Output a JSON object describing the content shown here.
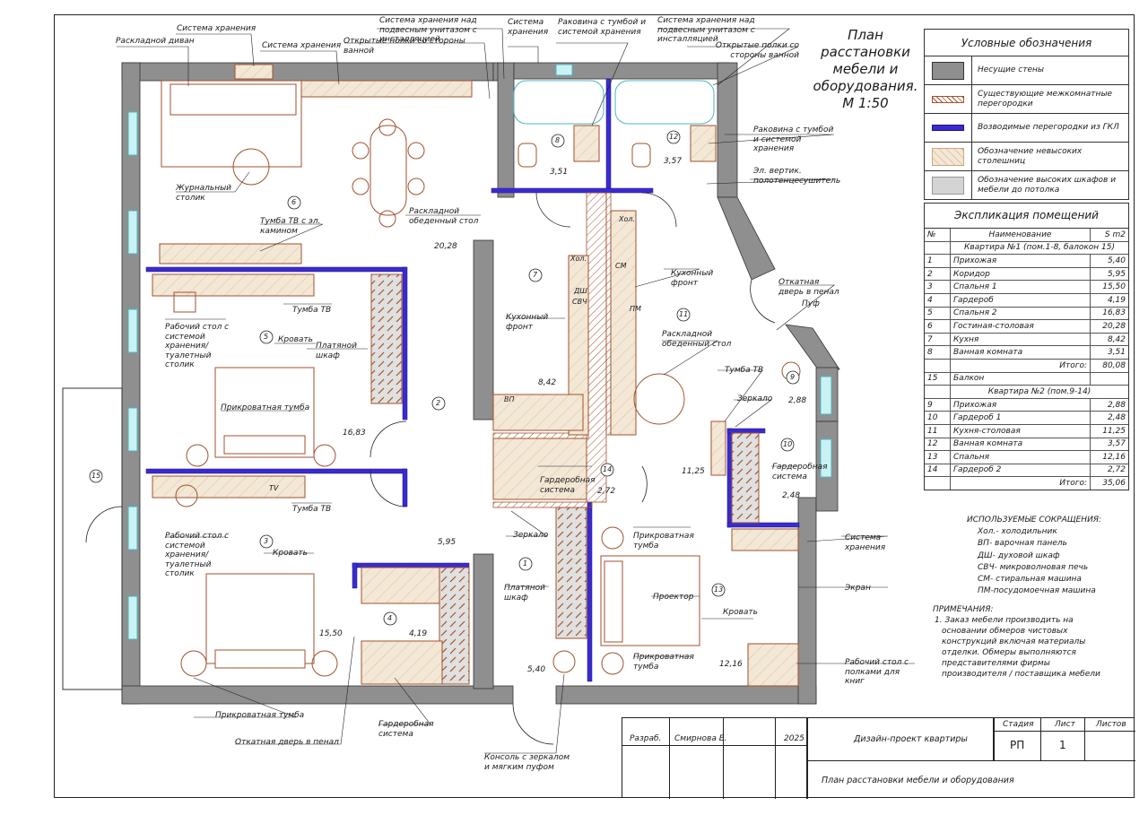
{
  "title": {
    "line1": "План",
    "line2": "расстановки",
    "line3": "мебели и",
    "line4": "оборудования.",
    "line5": "М 1:50"
  },
  "legend": {
    "heading": "Условные обозначения",
    "items": [
      {
        "label": "Несущие стены",
        "swatch": "#8f8f8f",
        "kind": "solid"
      },
      {
        "label": "Существующие межкомнатные перегородки",
        "swatch": "#ffffff",
        "kind": "hatch"
      },
      {
        "label": "Возводимые перегородки из ГКЛ",
        "swatch": "#3a2bd0",
        "kind": "gkl"
      },
      {
        "label": "Обозначение невысоких столешниц",
        "swatch": "#efe2cf",
        "kind": "lowcounter"
      },
      {
        "label": "Обозначение высоких шкафов и мебели до потолка",
        "swatch": "#d4d4d4",
        "kind": "tall"
      }
    ]
  },
  "explication": {
    "heading": "Экспликация помещений",
    "col_num": "№",
    "col_name": "Наименование",
    "col_area": "S m2",
    "apt1_title": "Квартира №1 (пом.1-8, балокон 15)",
    "apt1_rooms": [
      {
        "n": "1",
        "name": "Прихожая",
        "area": "5,40"
      },
      {
        "n": "2",
        "name": "Коридор",
        "area": "5,95"
      },
      {
        "n": "3",
        "name": "Спальня 1",
        "area": "15,50"
      },
      {
        "n": "4",
        "name": "Гардероб",
        "area": "4,19"
      },
      {
        "n": "5",
        "name": "Спальня 2",
        "area": "16,83"
      },
      {
        "n": "6",
        "name": "Гостиная-столовая",
        "area": "20,28"
      },
      {
        "n": "7",
        "name": "Кухня",
        "area": "8,42"
      },
      {
        "n": "8",
        "name": "Ванная комната",
        "area": "3,51"
      }
    ],
    "apt1_total_label": "Итого:",
    "apt1_total": "80,08",
    "balcony": {
      "n": "15",
      "name": "Балкон",
      "area": ""
    },
    "apt2_title": "Квартира №2 (пом.9-14)",
    "apt2_rooms": [
      {
        "n": "9",
        "name": "Прихожая",
        "area": "2,88"
      },
      {
        "n": "10",
        "name": "Гардероб 1",
        "area": "2,48"
      },
      {
        "n": "11",
        "name": "Кухня-столовая",
        "area": "11,25"
      },
      {
        "n": "12",
        "name": "Ванная комната",
        "area": "3,57"
      },
      {
        "n": "13",
        "name": "Спальня",
        "area": "12,16"
      },
      {
        "n": "14",
        "name": "Гардероб 2",
        "area": "2,72"
      }
    ],
    "apt2_total_label": "Итого:",
    "apt2_total": "35,06"
  },
  "abbreviations": {
    "heading": "ИСПОЛЬЗУЕМЫЕ СОКРАЩЕНИЯ:",
    "items": [
      "Хол.- холодильник",
      "ВП- варочная панель",
      "ДШ- духовой шкаф",
      "СВЧ- микроволновая печь",
      "СМ- стиральная машина",
      "ПМ-посудомоечная машина"
    ]
  },
  "notes": {
    "heading": "ПРИМЕЧАНИЯ:",
    "text": "1. Заказ мебели производить на основании обмеров чистовых конструкций включая материалы отделки. Обмеры выполняются представителями фирмы производителя / поставщика мебели"
  },
  "title_block": {
    "role": "Разраб.",
    "author": "Смирнова Е.",
    "year": "2025",
    "project": "Дизайн-проект квартиры",
    "sheet_name": "План расстановки мебели и оборудования",
    "stage_label": "Стадия",
    "sheet_label": "Лист",
    "sheets_label": "Листов",
    "stage": "РП",
    "sheet": "1",
    "sheets": ""
  },
  "plan": {
    "rooms": [
      {
        "num": "1",
        "area": "5,40"
      },
      {
        "num": "2",
        "area": "5,95"
      },
      {
        "num": "3",
        "area": "15,50"
      },
      {
        "num": "4",
        "area": "4,19"
      },
      {
        "num": "5",
        "area": "16,83"
      },
      {
        "num": "6",
        "area": "20,28"
      },
      {
        "num": "7",
        "area": "8,42"
      },
      {
        "num": "8",
        "area": "3,51"
      },
      {
        "num": "9",
        "area": "2,88"
      },
      {
        "num": "10",
        "area": "2,48"
      },
      {
        "num": "11",
        "area": "11,25"
      },
      {
        "num": "12",
        "area": "3,57"
      },
      {
        "num": "13",
        "area": "12,16"
      },
      {
        "num": "14",
        "area": "2,72"
      },
      {
        "num": "15",
        "area": ""
      }
    ],
    "callouts": {
      "storage_top": "Система хранения",
      "sofa": "Раскладной диван",
      "storage_top2": "Система хранения",
      "open_shelves": "Открытые полки со стороны ванной",
      "storage_above_wc": "Система хранения над подвесным унитазом с инсталляцией",
      "storage_small": "Система хранения",
      "sink_cabinet_top": "Раковина с тумбой и системой хранения",
      "storage_above_wc2": "Система хранения над подвесным унитазом с инсталляцией",
      "open_shelves2": "Открытые полки со стороны ванной",
      "sink_cabinet_right": "Раковина с тумбой и системой хранения",
      "towel_dryer": "Эл. вертик. полотенцесушитель",
      "coffee_table": "Журнальный столик",
      "dining_table": "Раскладной обеденный стол",
      "tv_fireplace": "Тумба ТВ с эл. камином",
      "tv_stand1": "Тумба ТВ",
      "desk1": "Рабочий стол с системой хранения/туалетный столик",
      "bed1": "Кровать",
      "wardrobe1": "Платяной шкаф",
      "nightstand1": "Прикроватная тумба",
      "tv_stand2": "Тумба ТВ",
      "desk2": "Рабочий стол с системой хранения/туалетный столик",
      "bed2": "Кровать",
      "nightstand2": "Прикроватная тумба",
      "pocket_door": "Откатная дверь в пенал",
      "wardrobe_system": "Гардеробная система",
      "console": "Консоль с зеркалом и мягким пуфом",
      "kitchen_front1": "Кухонный фронт",
      "kitchen_front2": "Кухонный фронт",
      "dining_table2": "Раскладной обеденный стол",
      "pocket_door2": "Откатная дверь в пенал",
      "pouf": "Пуф",
      "tv_stand3": "Тумба ТВ",
      "mirror1": "Зеркало",
      "wardrobe_system2": "Гардеробная система",
      "wardrobe_system3": "Гардеробная система",
      "mirror2": "Зеркало",
      "wardrobe2": "Платяной шкаф",
      "nightstand3": "Прикроватная тумба",
      "projector": "Проектор",
      "bed3": "Кровать",
      "nightstand4": "Прикроватная тумба",
      "storage_right": "Система хранения",
      "screen": "Экран",
      "desk3": "Рабочий стол с полками для книг"
    },
    "appliances": {
      "fridge": "Хол.",
      "fridge2": "Хол.",
      "oven": "ДШ",
      "microwave": "СВЧ",
      "washer": "СМ",
      "dishwasher": "ПМ",
      "hob": "ВП",
      "tv": "TV"
    }
  }
}
